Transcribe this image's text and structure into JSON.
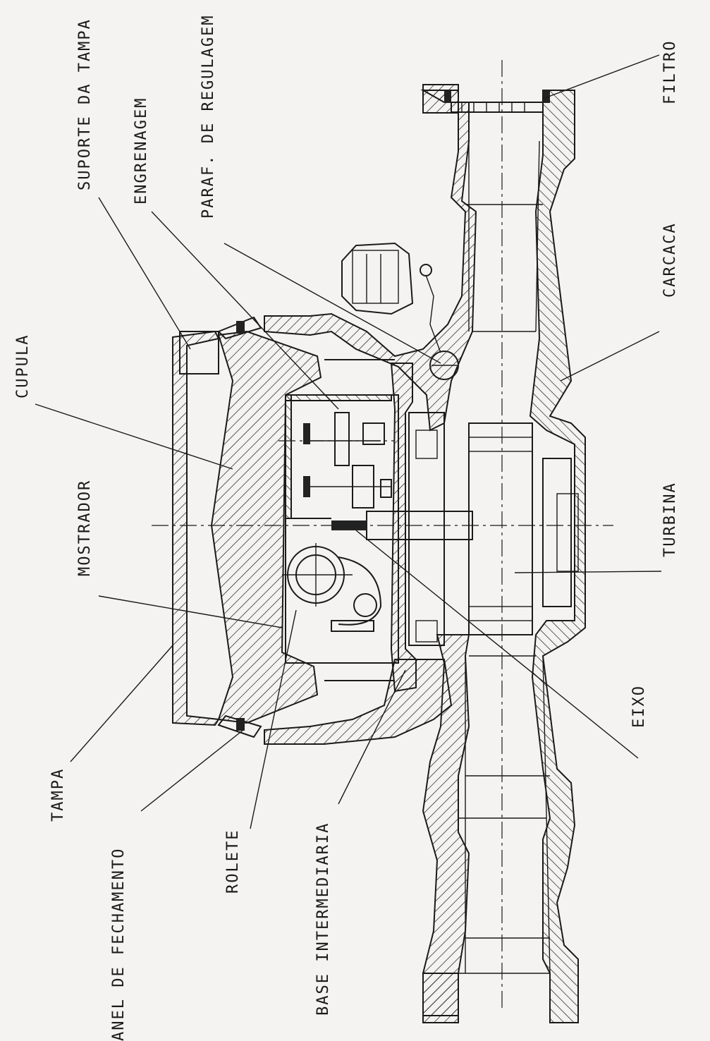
{
  "labels": {
    "filtro": "FILTRO",
    "carcaca": "CARCACA",
    "turbina": "TURBINA",
    "eixo": "EIXO",
    "paraf_regulagem": "PARAF. DE REGULAGEM",
    "engrenagem": "ENGRENAGEM",
    "suporte_tampa": "SUPORTE DA TAMPA",
    "cupula": "CUPULA",
    "mostrador": "MOSTRADOR",
    "tampa": "TAMPA",
    "anel_fechamento": "ANEL DE FECHAMENTO",
    "rolete": "ROLETE",
    "base_intermediaria": "BASE INTERMEDIARIA"
  }
}
